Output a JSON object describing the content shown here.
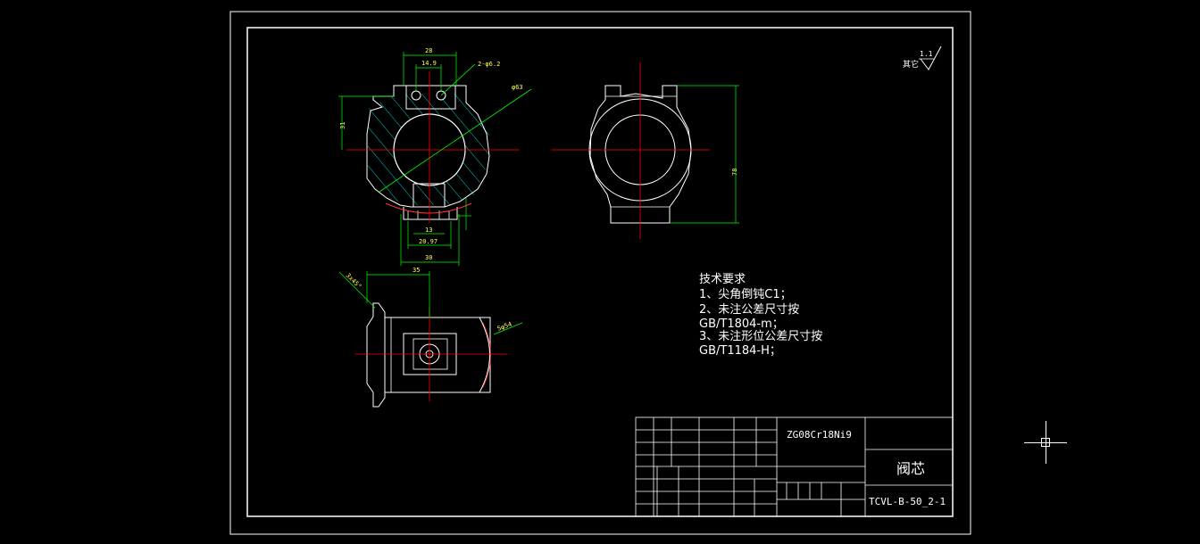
{
  "drawing": {
    "dimensions": {
      "d28": "28",
      "d14_9": "14.9",
      "holes": "2-φ6.2",
      "phi63": "φ63",
      "d31": "31",
      "d13": "13",
      "d20_97": "20.97",
      "d30": "30",
      "d78": "78",
      "d35": "35",
      "d3x45": "3x45°",
      "sr54": "Sφ54"
    },
    "roughness": {
      "label": "其它",
      "value": "1.1"
    },
    "technical_requirements": {
      "title": "技术要求",
      "lines": [
        "1、尖角倒钝C1；",
        "2、未注公差尺寸按",
        "GB/T1804-m；",
        "3、未注形位公差尺寸按",
        "GB/T1184-H；"
      ]
    },
    "title_block": {
      "material": "ZG08Cr18Ni9",
      "part_name": "阀芯",
      "drawing_number": "TCVL-B-50_2-1"
    },
    "colors": {
      "background": "#000000",
      "outline": "#ffffff",
      "centerline": "#ff0000",
      "dimension": "#00ff00",
      "dimension_text": "#ffff55",
      "hatch": "#00ffff"
    }
  }
}
